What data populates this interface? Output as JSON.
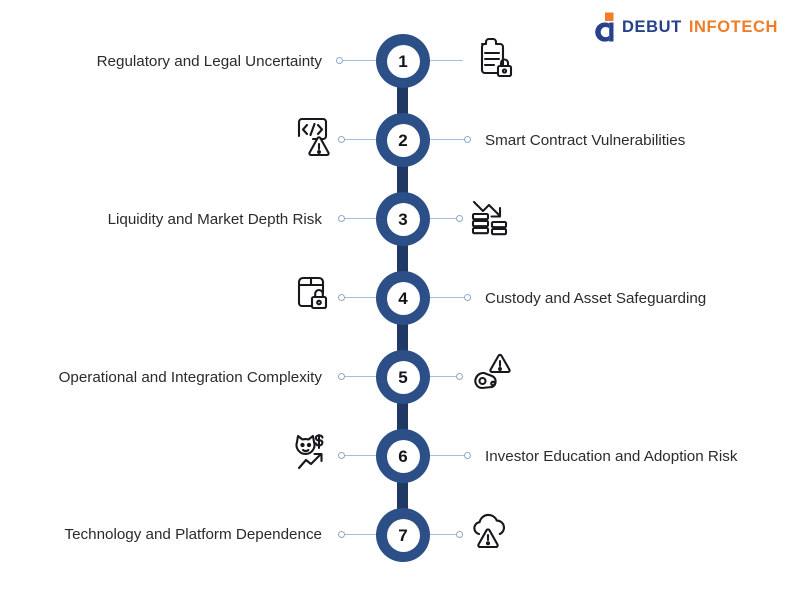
{
  "logo": {
    "mark_name": "debut-infotech-logo-mark",
    "word_primary": "DEBUT",
    "word_secondary": "INFOTECH",
    "color_primary": "#27418c",
    "color_secondary": "#f07d28"
  },
  "theme": {
    "node_ring": "#2b4f86",
    "spine": "#1f3864",
    "leader_line": "#a8bdd8",
    "label_text": "#2b2b2b",
    "icon_stroke": "#16181d",
    "background": "#ffffff"
  },
  "timeline": {
    "items": [
      {
        "number": "1",
        "label": "Regulatory and Legal Uncertainty",
        "side": "left",
        "icon": "clipboard-lock-icon"
      },
      {
        "number": "2",
        "label": "Smart Contract Vulnerabilities",
        "side": "right",
        "icon": "code-warning-icon"
      },
      {
        "number": "3",
        "label": "Liquidity and Market Depth Risk",
        "side": "left",
        "icon": "declining-coins-icon"
      },
      {
        "number": "4",
        "label": "Custody and Asset Safeguarding",
        "side": "right",
        "icon": "box-lock-icon"
      },
      {
        "number": "5",
        "label": "Operational and Integration Complexity",
        "side": "left",
        "icon": "gear-warning-icon"
      },
      {
        "number": "6",
        "label": "Investor Education and Adoption Risk",
        "side": "right",
        "icon": "investor-growth-icon"
      },
      {
        "number": "7",
        "label": "Technology and Platform Dependence",
        "side": "left",
        "icon": "cloud-warning-icon"
      }
    ]
  }
}
